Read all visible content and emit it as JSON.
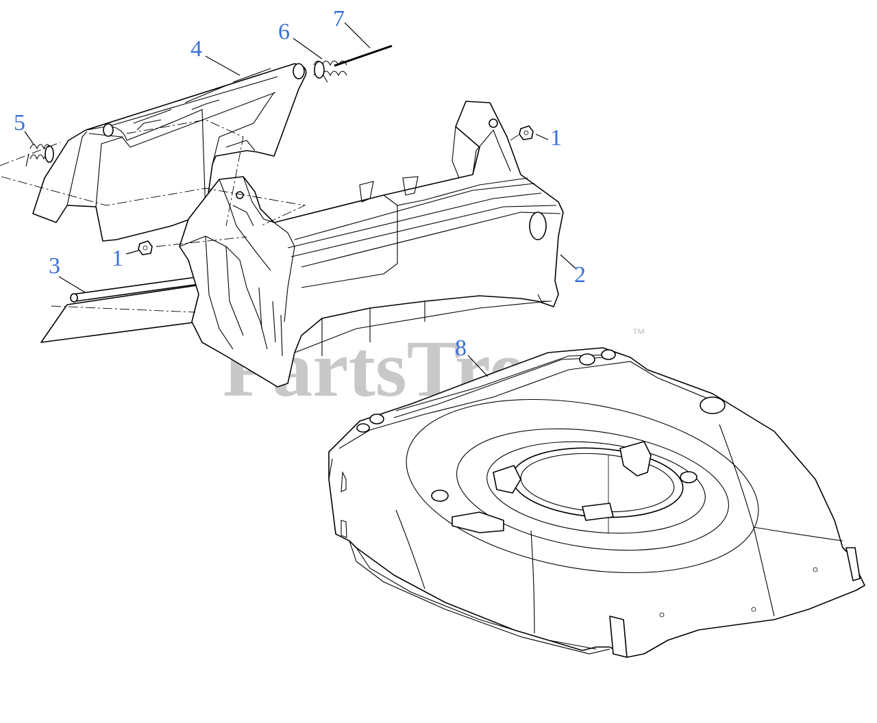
{
  "watermark": {
    "text": "PartsTree",
    "trademark": "™"
  },
  "callouts": [
    {
      "id": "callout-7",
      "label": "7"
    },
    {
      "id": "callout-6",
      "label": "6"
    },
    {
      "id": "callout-4",
      "label": "4"
    },
    {
      "id": "callout-5",
      "label": "5"
    },
    {
      "id": "callout-1a",
      "label": "1"
    },
    {
      "id": "callout-1b",
      "label": "1"
    },
    {
      "id": "callout-3",
      "label": "3"
    },
    {
      "id": "callout-2",
      "label": "2"
    },
    {
      "id": "callout-8",
      "label": "8"
    }
  ],
  "colors": {
    "callout": "#3a6fd8",
    "watermark": "#c8c8c8",
    "line": "#000000"
  }
}
